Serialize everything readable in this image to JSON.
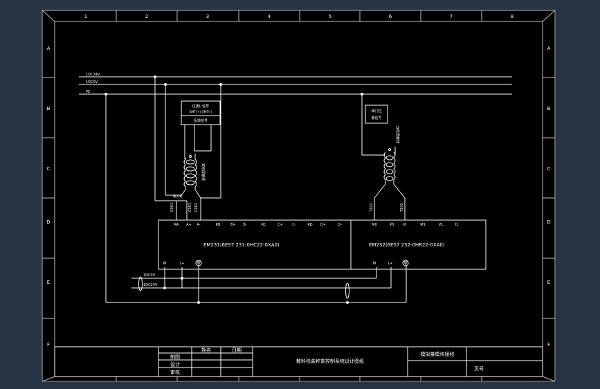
{
  "colors": {
    "background": "#263446",
    "sheet": "#000000",
    "lines": "#ffffff",
    "frame": "#bfbfbf"
  },
  "frame": {
    "columns": [
      "1",
      "2",
      "3",
      "4",
      "5",
      "6",
      "7",
      "8"
    ],
    "rows": [
      "A",
      "B",
      "C",
      "D",
      "E",
      "F"
    ]
  },
  "buses": {
    "v24": "1DC24V",
    "v0": "1DC0V",
    "pe": "PE"
  },
  "sensors": {
    "left_line1": "位置L 信号",
    "left_line2": "SMT(+) SMT(-)",
    "left_line3": "反馈信号",
    "left_wire_label": "输入端",
    "left_cable": "双绞屏蔽线",
    "left_terminals": [
      "C001",
      "C001",
      "C002"
    ],
    "right_line1": "阀门位",
    "right_line2": "置信号",
    "right_cable": "双绞屏蔽线",
    "right_terminals": [
      "T102",
      "T101"
    ]
  },
  "modules": {
    "left_terminals": [
      "RA",
      "A+",
      "A-",
      "RB",
      "B+",
      "B-",
      "RC",
      "C+",
      "C-",
      "RD",
      "D+",
      "D-"
    ],
    "right_terminals": [
      "M0",
      "V0",
      "I0",
      "M1",
      "V1",
      "I1"
    ],
    "em231_name": "EM231(6ES7 231-0HC22-0XA0)",
    "em232_name": "EM232(6ES7 232-0HB22-0XA0)",
    "power_m": "M",
    "power_l": "L+",
    "bottom_0v": "1DC0V",
    "bottom_24v": "1DC24V"
  },
  "title_block": {
    "col_name": "姓名",
    "col_date": "日期",
    "row_draw": "制图",
    "row_design": "设计",
    "row_review": "审核",
    "drawing_title": "散料包装称重控制系统设计图纸",
    "sheet_name": "模拟量模块接线",
    "page_label": "页号"
  }
}
